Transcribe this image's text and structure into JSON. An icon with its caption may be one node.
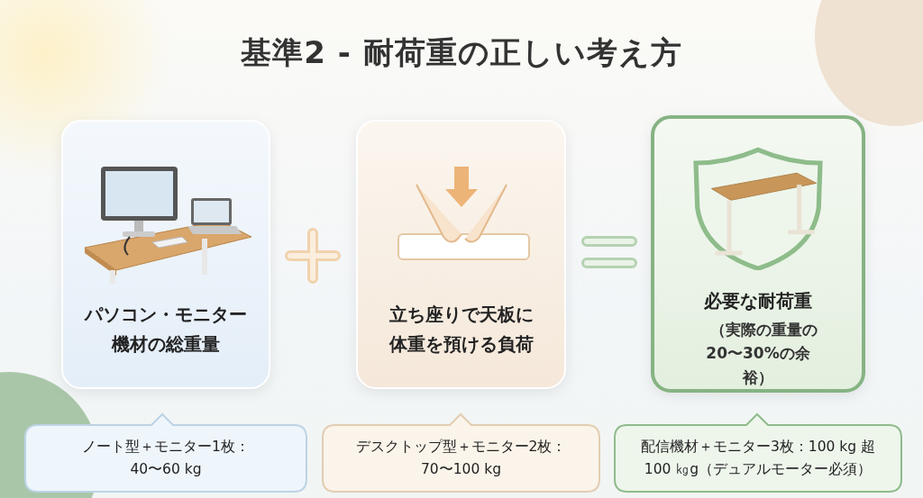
{
  "diagram": {
    "title": "基準2 - 耐荷重の正しい考え方",
    "nodes": [
      {
        "text": [
          "パソコン・モニター機材の総重量"
        ]
      },
      {
        "text": [
          "立ち座りで天板に体重を預ける負荷"
        ]
      },
      {
        "text": [
          "必要な耐荷重",
          "（実際の重量の20〜30%の余裕）"
        ]
      },
      {
        "text": [
          "ノート型＋モニター1枚：40〜60 kg"
        ]
      },
      {
        "text": [
          "デスクトップ型＋モニター2枚：70〜100 kg"
        ]
      },
      {
        "text": [
          "配信機材＋モニター3枚：100 kg 超100 ㎏g（デュアルモーター必須）"
        ]
      }
    ]
  }
}
